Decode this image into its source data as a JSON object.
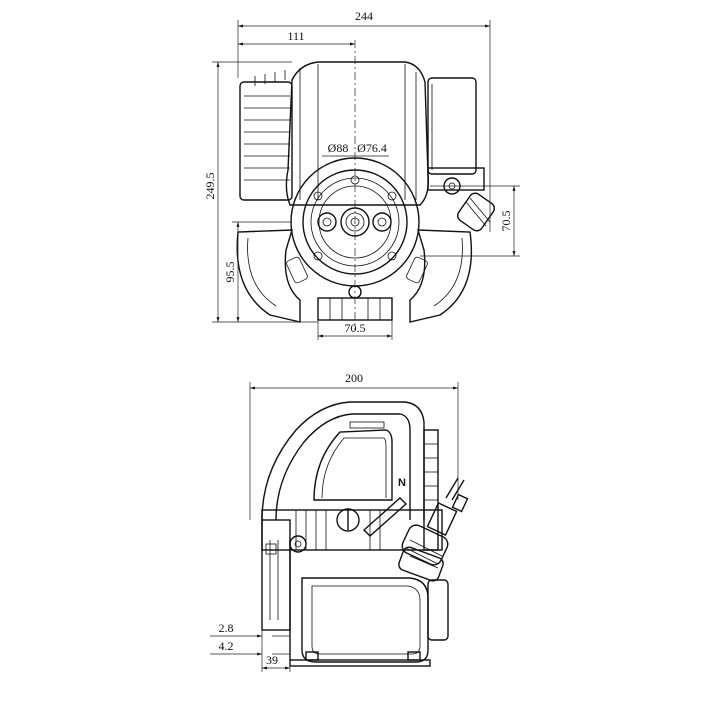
{
  "top_view": {
    "dim_total_width": "244",
    "dim_half_width": "111",
    "dim_height": "249.5",
    "dim_lower_height": "95.5",
    "dim_right_height": "70.5",
    "dim_base_width": "70.5",
    "dim_dia_outer": "Ø88",
    "dim_dia_inner": "Ø76.4"
  },
  "side_view": {
    "dim_width": "200",
    "dim_offset_a": "2.8",
    "dim_offset_b": "4.2",
    "dim_offset_c": "39",
    "switch_label": "N"
  }
}
